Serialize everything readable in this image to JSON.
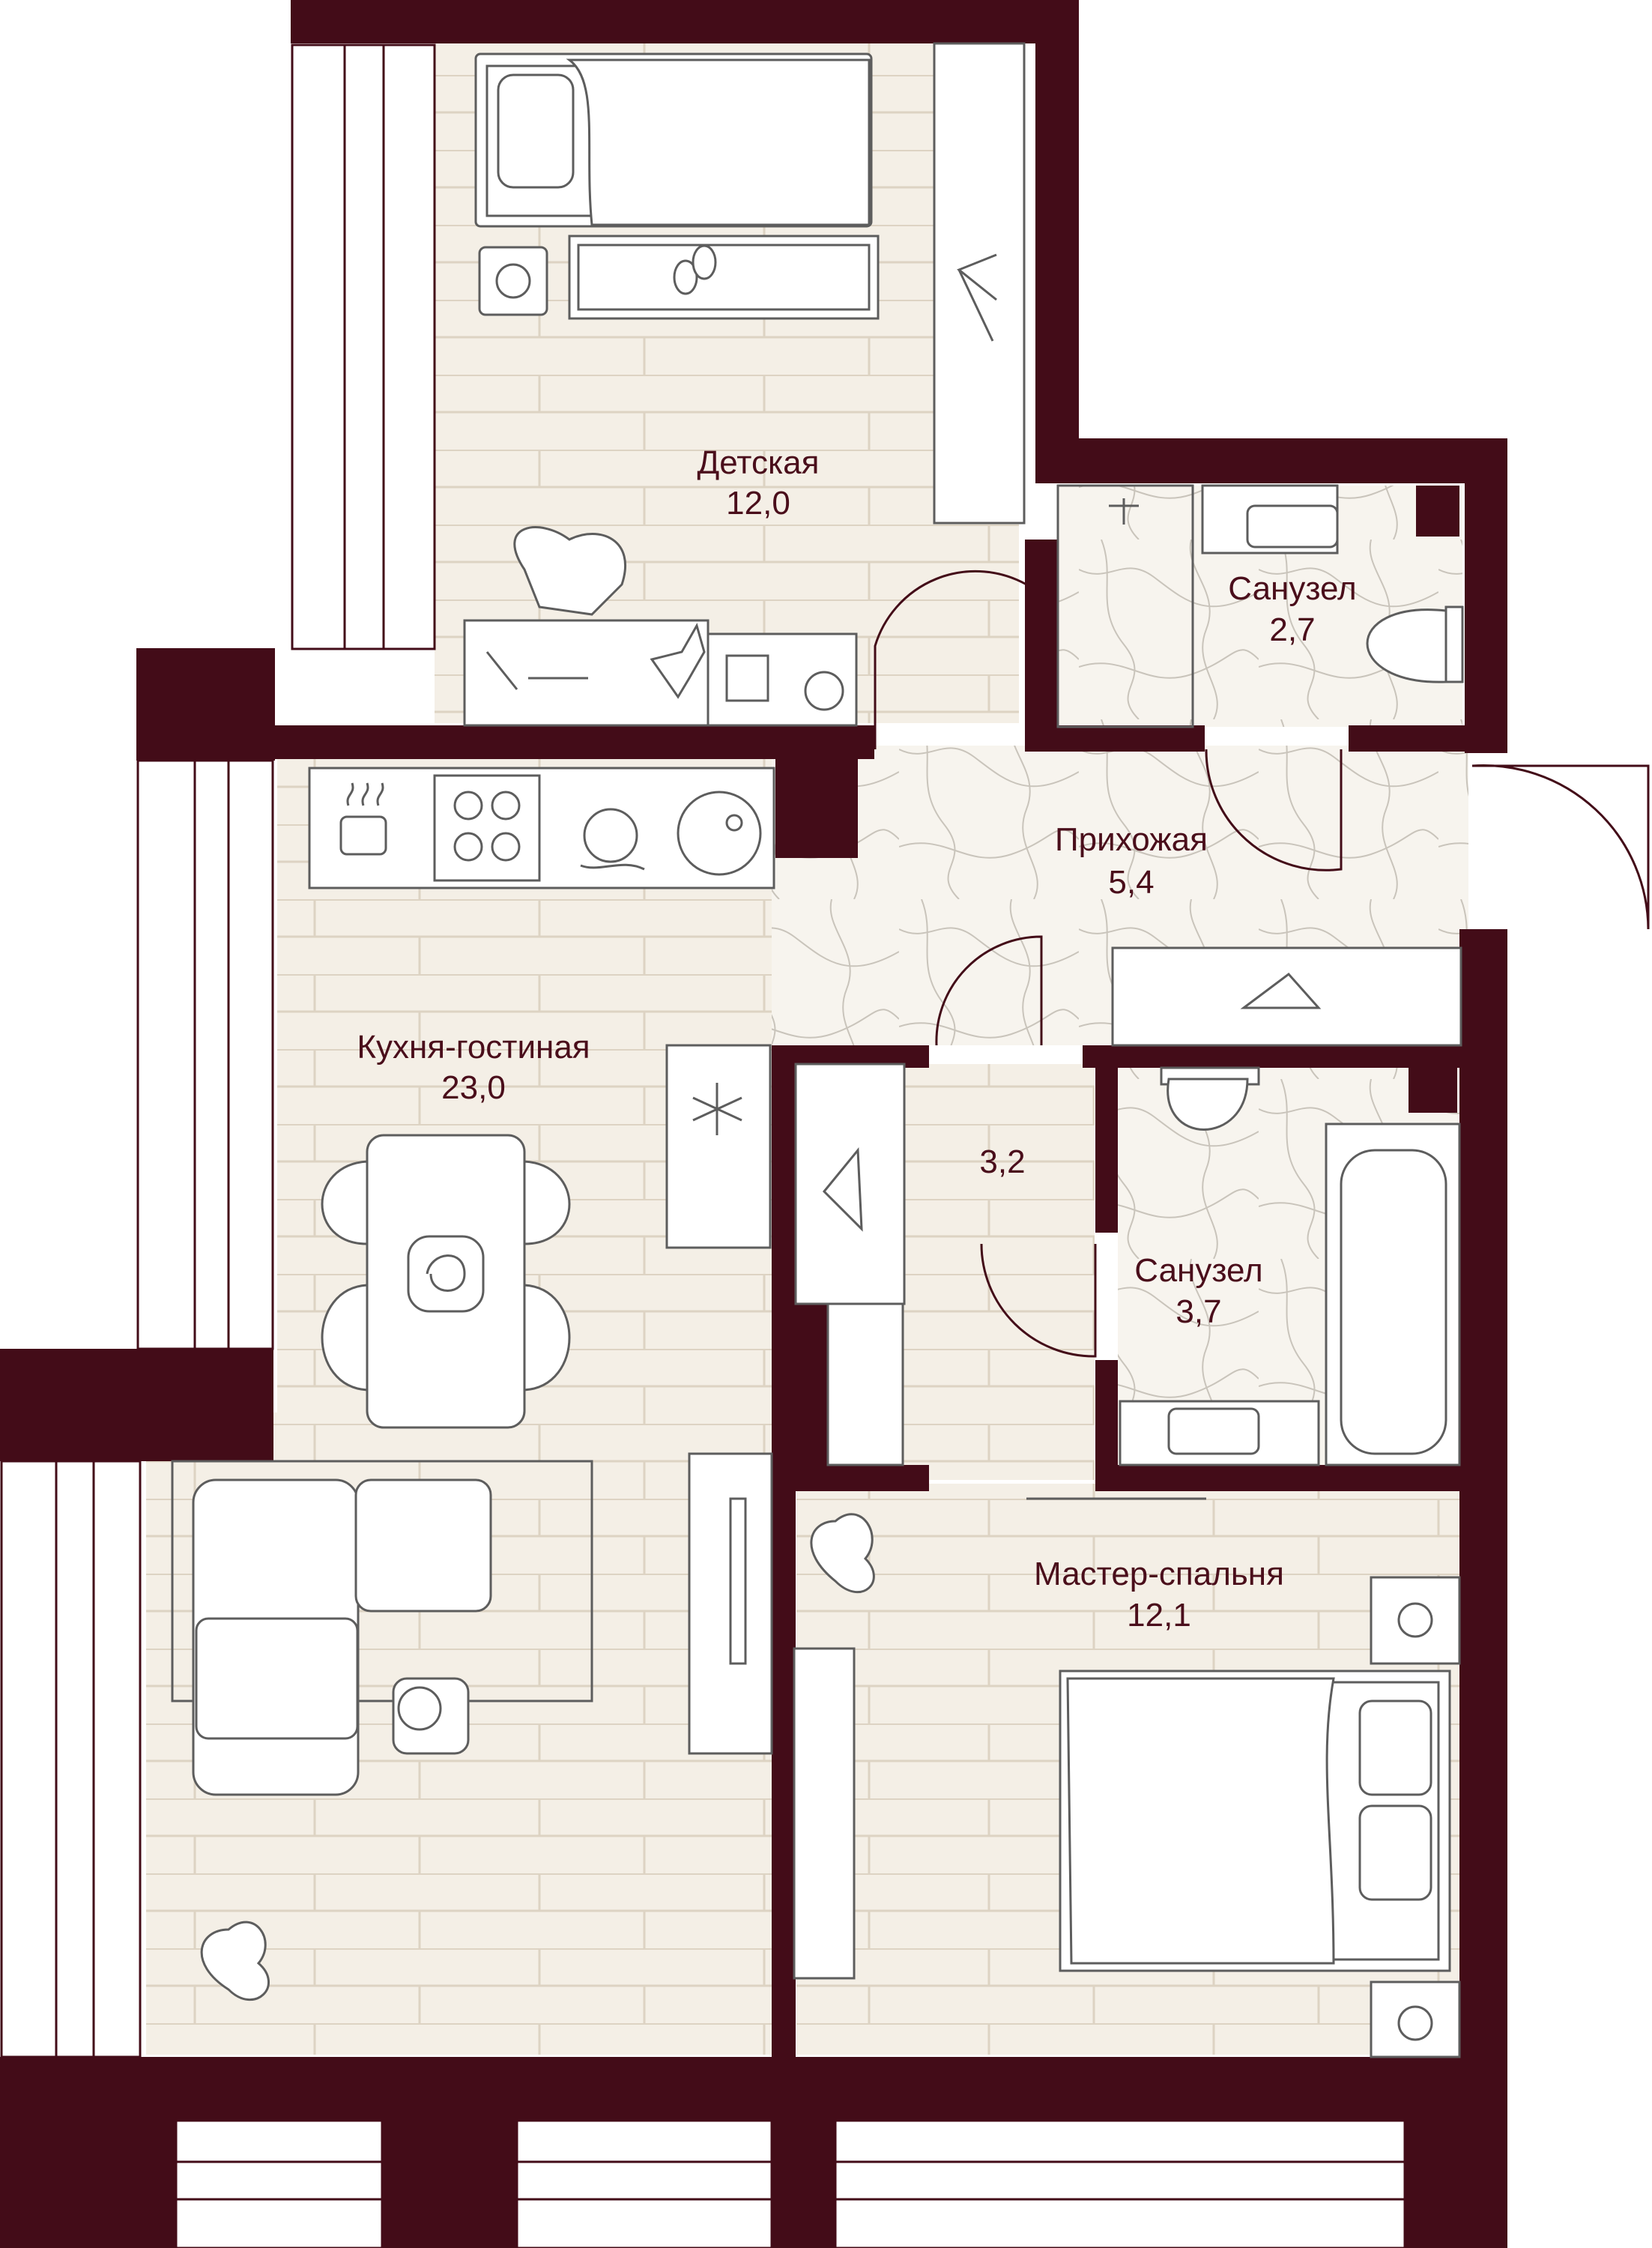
{
  "colors": {
    "wall": "#430c18",
    "floor": "#f4efe6",
    "tile": "#f7f4ee",
    "board": "#ddd3c3",
    "line": "#5d5d5d",
    "text": "#4a0e1b",
    "white": "#ffffff"
  },
  "rooms": [
    {
      "id": "kids",
      "name": "Детская",
      "area": "12,0"
    },
    {
      "id": "bath1",
      "name": "Санузел",
      "area": "2,7"
    },
    {
      "id": "hall",
      "name": "Прихожая",
      "area": "5,4"
    },
    {
      "id": "kitchen",
      "name": "Кухня-гостиная",
      "area": "23,0"
    },
    {
      "id": "wardrobe",
      "name": "",
      "area": "3,2"
    },
    {
      "id": "bath2",
      "name": "Санузел",
      "area": "3,7"
    },
    {
      "id": "master",
      "name": "Мастер-спальня",
      "area": "12,1"
    }
  ],
  "icons": {
    "hanger": "hanger-icon",
    "plant": "plant-icon",
    "snowflake": "snowflake-icon",
    "slippers": "slippers-icon",
    "airplane": "toy-airplane-icon",
    "stove": "stove-icon",
    "pot": "cooking-pot-icon",
    "sink": "sink-icon",
    "toilet": "toilet-icon",
    "bathtub": "bathtub-icon",
    "shower": "shower-icon",
    "bed": "bed-icon",
    "sofa": "sofa-icon",
    "table": "dining-table-icon",
    "chair": "chair-icon",
    "tv": "tv-icon",
    "lamp": "lamp-icon",
    "dishwasher": "dishwasher-icon"
  }
}
